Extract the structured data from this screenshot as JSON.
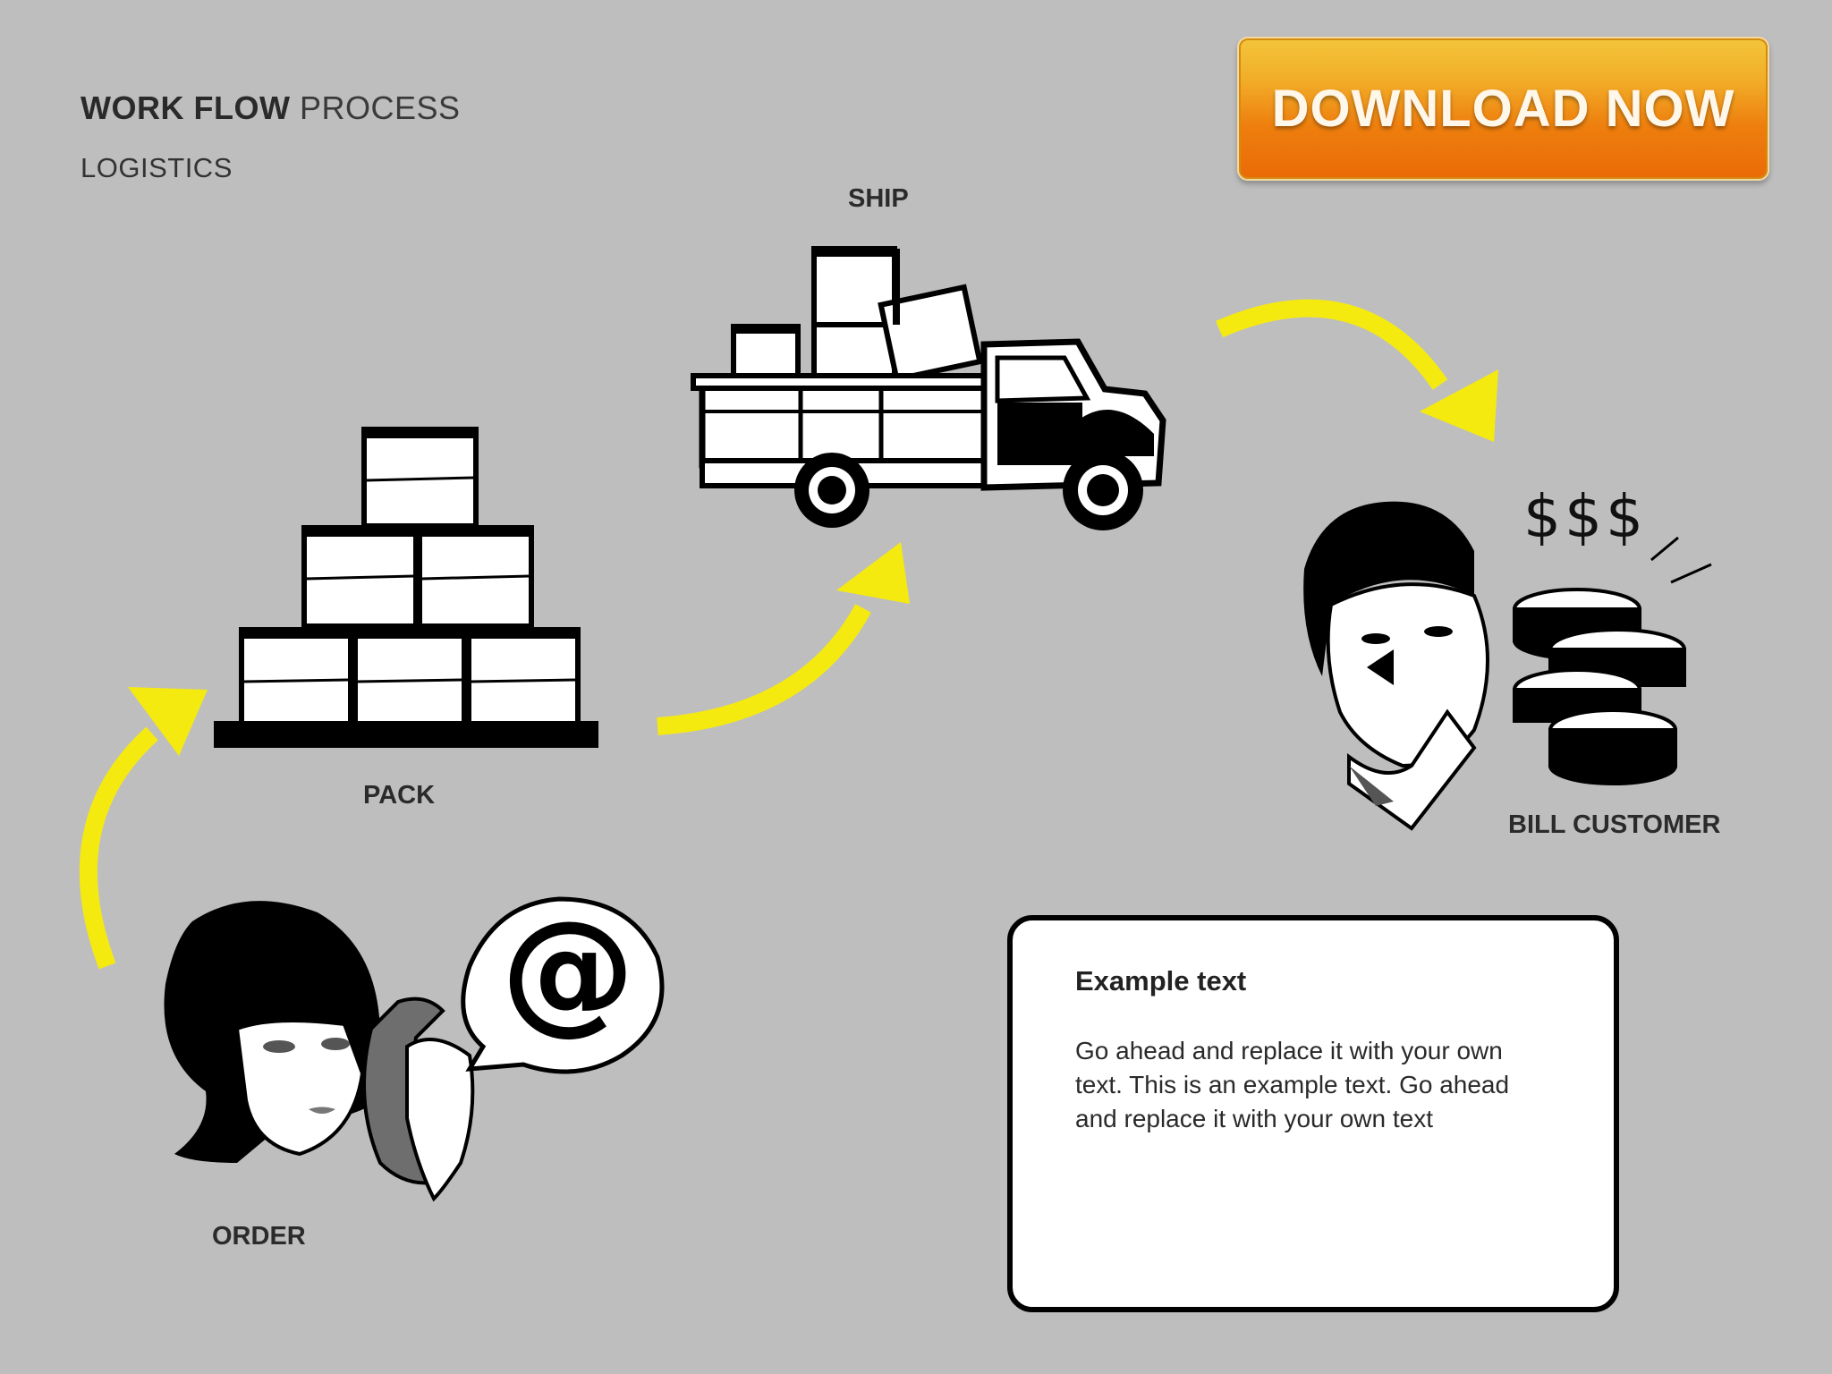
{
  "header": {
    "title_bold": "WORK FLOW",
    "title_light": "PROCESS",
    "subtitle": "LOGISTICS"
  },
  "download_button": {
    "label": "DOWNLOAD NOW"
  },
  "steps": {
    "ship": {
      "label": "SHIP"
    },
    "pack": {
      "label": "PACK"
    },
    "order": {
      "label": "ORDER",
      "bubble_symbol": "@"
    },
    "bill": {
      "label": "BILL CUSTOMER",
      "money_symbol": "$$$"
    }
  },
  "text_box": {
    "heading": "Example text",
    "body": "Go ahead and replace it with your own text. This is an example text. Go ahead and replace it with your own text"
  },
  "colors": {
    "background": "#bebebe",
    "arrow": "#f5ea10",
    "button_top": "#f3c53a",
    "button_bottom": "#ea6a06"
  }
}
